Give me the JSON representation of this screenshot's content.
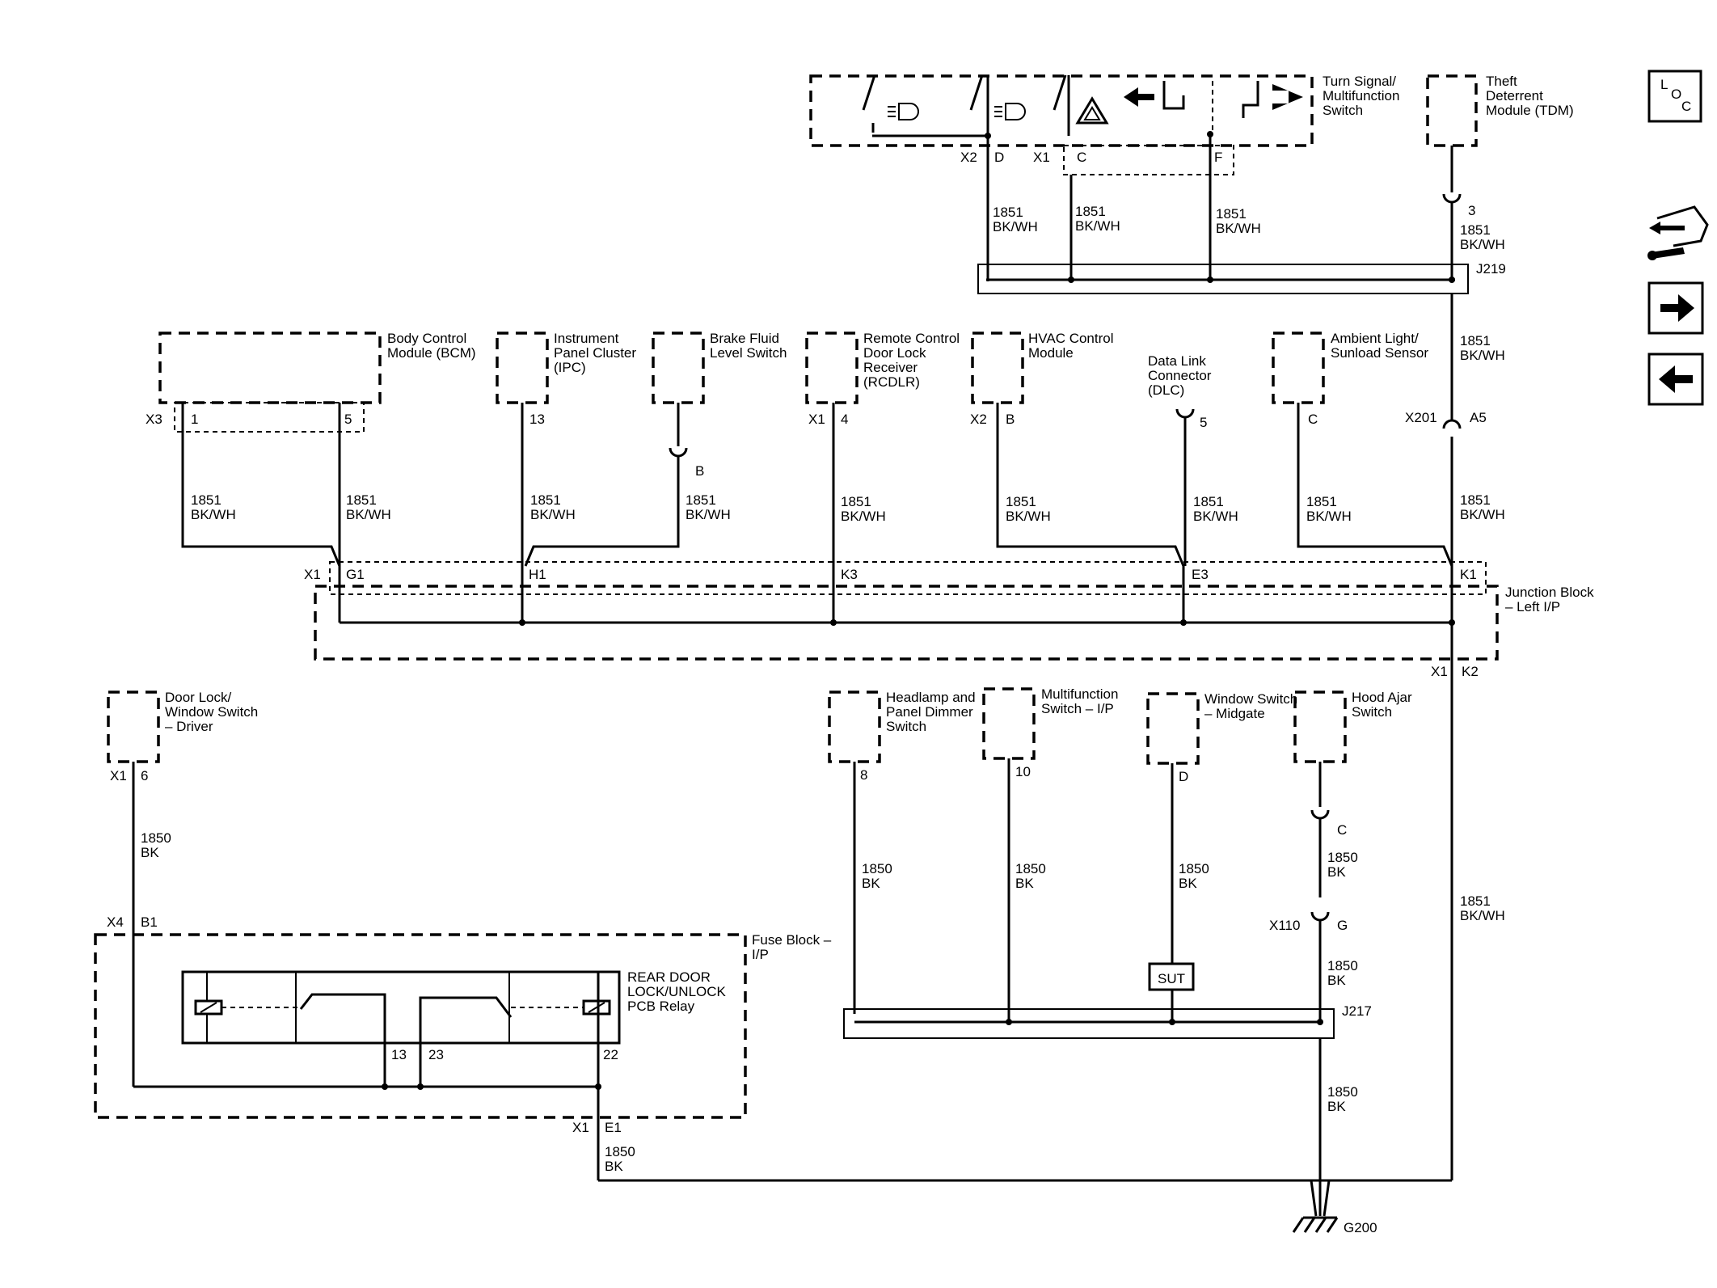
{
  "components": {
    "turn_signal": "Turn Signal/ Multifunction Switch",
    "tdm": "Theft Deterrent Module (TDM)",
    "bcm": "Body Control Module (BCM)",
    "ipc": "Instrument Panel Cluster (IPC)",
    "brake_fluid": "Brake Fluid Level Switch",
    "rcdlr": "Remote Control Door Lock Receiver (RCDLR)",
    "hvac": "HVAC Control Module",
    "dlc": "Data Link Connector (DLC)",
    "ambient": "Ambient Light/ Sunload Sensor",
    "junction_block": "Junction Block – Left I/P",
    "door_lock_switch": "Door Lock/ Window Switch – Driver",
    "headlamp_dimmer": "Headlamp and Panel Dimmer Switch",
    "multifunction_ip": "Multifunction Switch – I/P",
    "window_midgate": "Window Switch – Midgate",
    "hood_ajar": "Hood Ajar Switch",
    "fuse_block": "Fuse Block – I/P",
    "relay": "REAR DOOR LOCK/UNLOCK PCB Relay",
    "sut": "SUT",
    "ground": "G200"
  },
  "splices": {
    "j219": "J219",
    "j217": "J217"
  },
  "connectors": {
    "x1": "X1",
    "x2": "X2",
    "x3": "X3",
    "x4": "X4",
    "x110": "X110",
    "x201": "X201"
  },
  "pins": {
    "d": "D",
    "c": "C",
    "f": "F",
    "b": "B",
    "e1": "E1",
    "b1": "B1",
    "a5": "A5",
    "g1": "G1",
    "h1": "H1",
    "k3": "K3",
    "e3": "E3",
    "k1": "K1",
    "k2": "K2",
    "g": "G",
    "p1": "1",
    "p3": "3",
    "p4": "4",
    "p5": "5",
    "p6": "6",
    "p8": "8",
    "p10": "10",
    "p13": "13",
    "p22": "22",
    "p23": "23"
  },
  "wires": {
    "c1851": "1851",
    "c1850": "1850",
    "bkwh": "BK/WH",
    "bk": "BK"
  },
  "nav": {
    "loc_l": "L",
    "loc_o": "O",
    "loc_c": "C"
  }
}
